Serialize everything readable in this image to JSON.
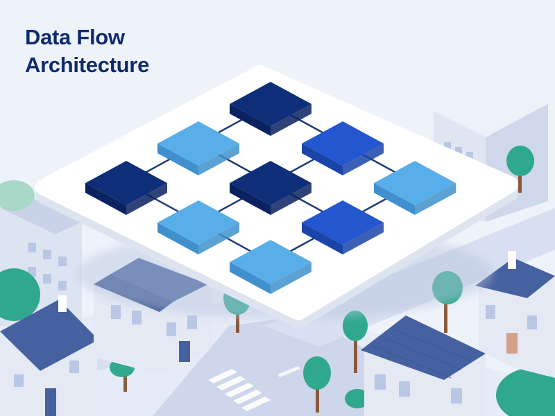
{
  "title": {
    "line1": "Data Flow",
    "line2": "Architecture"
  },
  "colors": {
    "background": "#eef3fa",
    "platform": "#ffffff",
    "platform_side": "#dfe6f2",
    "node_navy": "#0f2e7a",
    "node_blue": "#2356cf",
    "node_light": "#58aee8",
    "connector": "#1e3a7a",
    "house_roof": "#46619f",
    "house_wall": "#dfe5f1",
    "tree": "#2fa88e",
    "road": "#cdd6ea"
  },
  "diagram": {
    "nodes": [
      {
        "id": "n1",
        "tone": "navy"
      },
      {
        "id": "n2",
        "tone": "light"
      },
      {
        "id": "n3",
        "tone": "blue"
      },
      {
        "id": "n4",
        "tone": "navy"
      },
      {
        "id": "n5",
        "tone": "navy"
      },
      {
        "id": "n6",
        "tone": "light"
      },
      {
        "id": "n7",
        "tone": "light"
      },
      {
        "id": "n8",
        "tone": "blue"
      },
      {
        "id": "n9",
        "tone": "light"
      }
    ],
    "edges": [
      [
        "n1",
        "n2"
      ],
      [
        "n1",
        "n3"
      ],
      [
        "n2",
        "n4"
      ],
      [
        "n2",
        "n5"
      ],
      [
        "n3",
        "n5"
      ],
      [
        "n3",
        "n6"
      ],
      [
        "n4",
        "n7"
      ],
      [
        "n5",
        "n7"
      ],
      [
        "n5",
        "n8"
      ],
      [
        "n6",
        "n8"
      ],
      [
        "n7",
        "n9"
      ],
      [
        "n8",
        "n9"
      ]
    ]
  }
}
